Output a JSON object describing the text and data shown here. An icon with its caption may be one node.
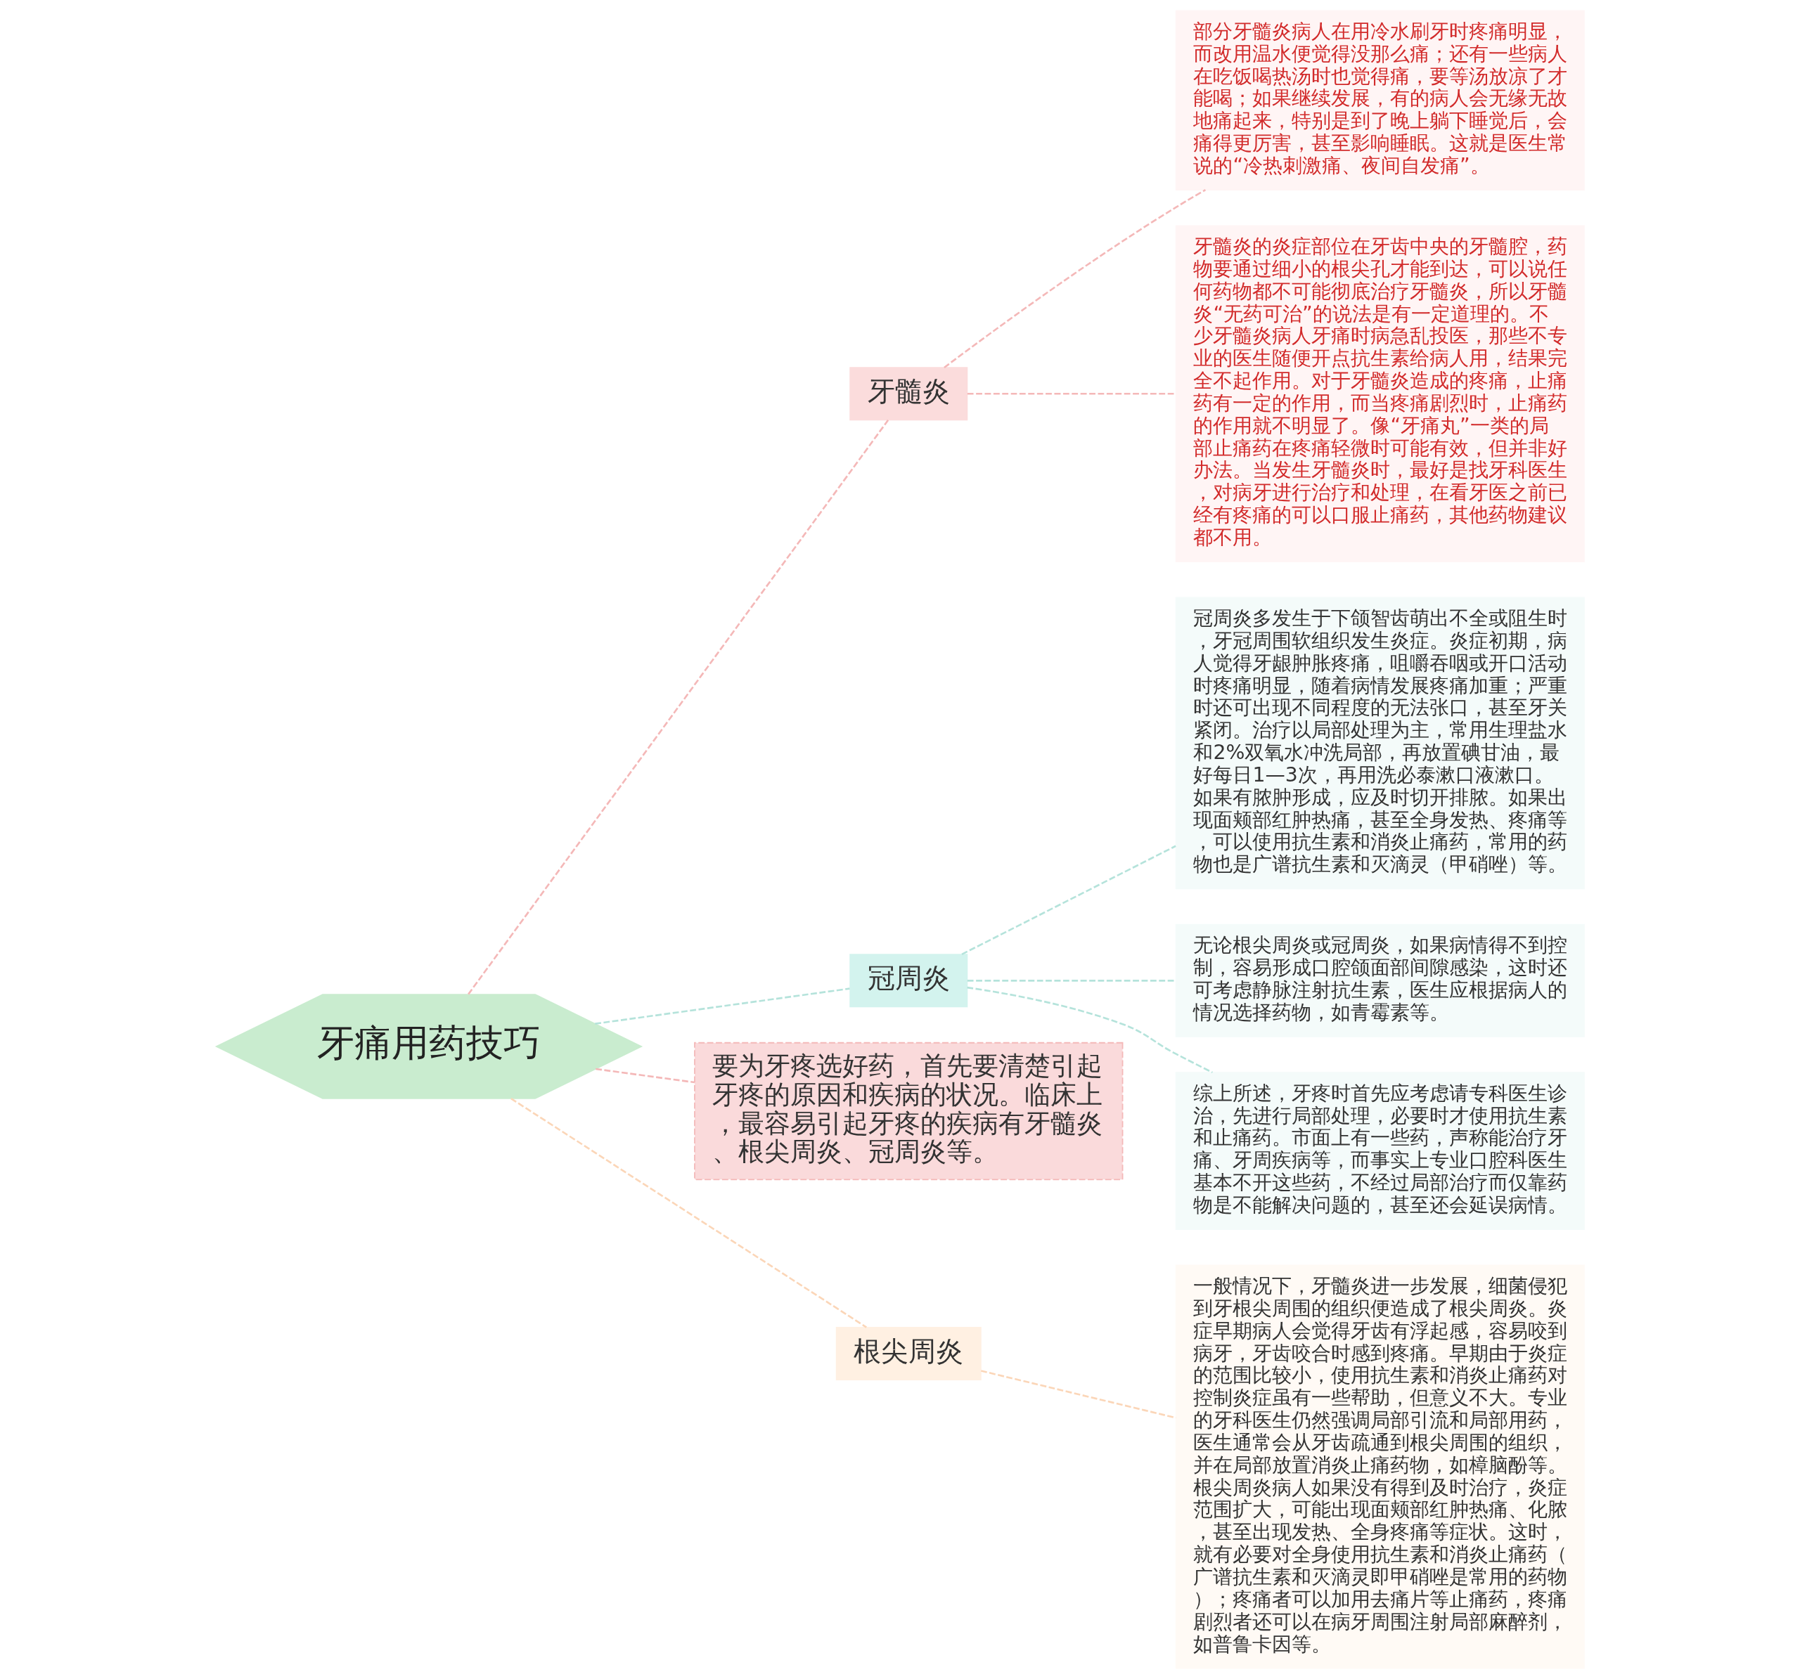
{
  "diagram": {
    "nodes": [
      {
        "text": [
          "牙痛用药技巧"
        ]
      },
      {
        "text": [
          "牙髓炎"
        ]
      },
      {
        "text": [
          "部分牙髓炎病人在用冷水刷牙时疼痛明显，而改用温水便觉得没那么痛；还有一些病人在吃饭喝热汤时也觉得痛，要等汤放凉了才能喝；如果继续发展，有的病人会无缘无故地痛起来，特别是到了晚上躺下睡觉后，会痛得更厉害，甚至影响睡眠。这就是医生常说的“冷热刺激痛、夜间自发痛”。"
        ]
      },
      {
        "text": [
          "牙髓炎的炎症部位在牙齿中央的牙髓腔，药物要通过细小的根尖孔才能到达，可以说任何药物都不可能彻底治疗牙髓炎，所以牙髓炎“无药可治”的说法是有一定道理的。不少牙髓炎病人牙痛时病急乱投医，那些不专业的医生随便开点抗生素给病人用，结果完全不起作用。对于牙髓炎造成的疼痛，止痛药有一定的作用，而当疼痛剧烈时，止痛药的作用就不明显了。像“牙痛丸”一类的局部止痛药在疼痛轻微时可能有效，但并非好办法。当发生牙髓炎时，最好是找牙科医生，对病牙进行治疗和处理，在看牙医之前已经有疼痛的可以口服止痛药，其他药物建议都不用。"
        ]
      },
      {
        "text": [
          "冠周炎"
        ]
      },
      {
        "text": [
          "冠周炎多发生于下颌智齿萌出不全或阻生时，牙冠周围软组织发生炎症。炎症初期，病人觉得牙龈肿胀疼痛，咀嚼吞咽或开口活动时疼痛明显，随着病情发展疼痛加重；严重时还可出现不同程度的无法张口，甚至牙关紧闭。治疗以局部处理为主，常用生理盐水和2%双氧水冲洗局部，再放置碘甘油，最好每日1—3次，再用洗必泰漱口液漱口。如果有脓肿形成，应及时切开排脓。如果出现面颊部红肿热痛，甚至全身发热、疼痛等，可以使用抗生素和消炎止痛药，常用的药物也是广谱抗生素和灭滴灵（甲硝唑）等。"
        ]
      },
      {
        "text": [
          "无论根尖周炎或冠周炎，如果病情得不到控制，容易形成口腔颌面部间隙感染，这时还可考虑静脉注射抗生素，医生应根据病人的情况选择药物，如青霉素等。"
        ]
      },
      {
        "text": [
          "综上所述，牙疼时首先应考虑请专科医生诊治，先进行局部处理，必要时才使用抗生素和止痛药。市面上有一些药，声称能治疗牙痛、牙周疾病等，而事实上专业口腔科医生基本不开这些药，不经过局部治疗而仅靠药物是不能解决问题的，甚至还会延误病情。"
        ]
      },
      {
        "text": [
          "要为牙疼选好药，首先要清楚引起牙疼的原因和疾病的状况。临床上，最容易引起牙疼的疾病有牙髓炎、根尖周炎、冠周炎等。"
        ]
      },
      {
        "text": [
          "根尖周炎"
        ]
      },
      {
        "text": [
          "一般情况下，牙髓炎进一步发展，细菌侵犯到牙根尖周围的组织便造成了根尖周炎。炎症早期病人会觉得牙齿有浮起感，容易咬到病牙，牙齿咬合时感到疼痛。早期由于炎症的范围比较小，使用抗生素和消炎止痛药对控制炎症虽有一些帮助，但意义不大。专业的牙科医生仍然强调局部引流和局部用药，医生通常会从牙齿疏通到根尖周围的组织，并在局部放置消炎止痛药物，如樟脑酚等。根尖周炎病人如果没有得到及时治疗，炎症范围扩大，可能出现面颊部红肿热痛、化脓，甚至出现发热、全身疼痛等症状。这时，就有必要对全身使用抗生素和消炎止痛药（广谱抗生素和灭滴灵即甲硝唑是常用的药物）；疼痛者可以加用去痛片等止痛药，疼痛剧烈者还可以在病牙周围注射局部麻醉剂，如普鲁卡因等。"
        ]
      }
    ],
    "edges": [
      {
        "from": 0,
        "to": 1,
        "arrow": "none",
        "style": "dashed",
        "color": "#f4b8b8"
      },
      {
        "from": 1,
        "to": 2,
        "arrow": "none",
        "style": "dashed",
        "color": "#f4b8b8"
      },
      {
        "from": 1,
        "to": 3,
        "arrow": "none",
        "style": "dashed",
        "color": "#f4b8b8"
      },
      {
        "from": 0,
        "to": 4,
        "arrow": "none",
        "style": "dashed",
        "color": "#b5e3db"
      },
      {
        "from": 4,
        "to": 5,
        "arrow": "none",
        "style": "dashed",
        "color": "#b5e3db"
      },
      {
        "from": 4,
        "to": 6,
        "arrow": "none",
        "style": "dashed",
        "color": "#b5e3db"
      },
      {
        "from": 4,
        "to": 7,
        "arrow": "none",
        "style": "dashed",
        "color": "#b5e3db"
      },
      {
        "from": 0,
        "to": 8,
        "arrow": "none",
        "style": "dashed",
        "color": "#f4b8b8"
      },
      {
        "from": 0,
        "to": 9,
        "arrow": "none",
        "style": "dashed",
        "color": "#fbd6b8"
      },
      {
        "from": 9,
        "to": 10,
        "arrow": "none",
        "style": "dashed",
        "color": "#fbd6b8"
      }
    ]
  }
}
